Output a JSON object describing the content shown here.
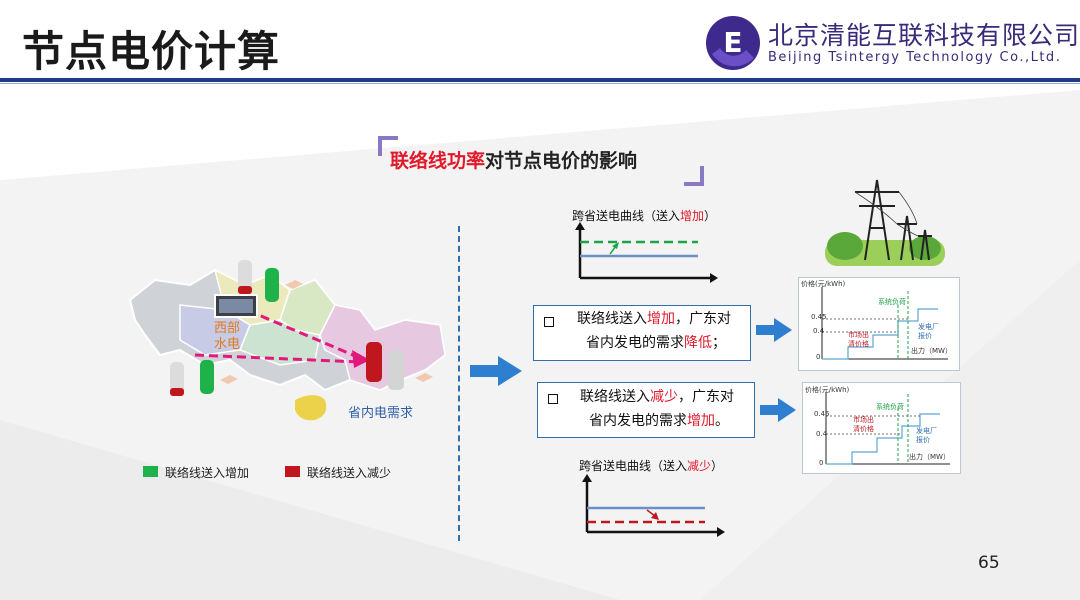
{
  "header": {
    "title": "节点电价计算",
    "company_cn": "北京清能互联科技有限公司",
    "company_en": "Beijing Tsintergy Technology Co.,Ltd.",
    "logo_letter": "E",
    "page_number": "65"
  },
  "subtitle": {
    "highlight": "联络线功率",
    "rest": "对节点电价的影响"
  },
  "map": {
    "hydro_label_line1": "西部",
    "hydro_label_line2": "水电",
    "province_label": "省内电需求"
  },
  "legend": [
    {
      "label": "联络线送入增加",
      "color": "#1fb24a"
    },
    {
      "label": "联络线送入减少",
      "color": "#c0171f"
    }
  ],
  "curve_top": {
    "label_prefix": "跨省送电曲线（送入",
    "label_hl": "增加",
    "label_suffix": "）"
  },
  "curve_bottom": {
    "label_prefix": "跨省送电曲线（送入",
    "label_hl": "减少",
    "label_suffix": "）"
  },
  "box_increase": {
    "line1_a": "联络线送入",
    "line1_hl": "增加",
    "line1_b": "，广东对",
    "line2_a": "省内发电的需求",
    "line2_hl": "降低",
    "line2_b": "；"
  },
  "box_decrease": {
    "line1_a": "联络线送入",
    "line1_hl": "减少",
    "line1_b": "，广东对",
    "line2_a": "省内发电的需求",
    "line2_hl": "增加",
    "line2_b": "。"
  },
  "mini_chart_1": {
    "ylabel": "价格(元/kWh)",
    "xlabel": "出力（MW）",
    "y1": "0.45",
    "y2": "0.4",
    "y0": "0",
    "load_label": "系统负荷",
    "market_label_1": "市场出",
    "market_label_2": "清价格",
    "plant_label_1": "发电厂",
    "plant_label_2": "报价"
  },
  "mini_chart_2": {
    "ylabel": "价格(元/kWh)",
    "xlabel": "出力（MW）",
    "y1": "0.45",
    "y2": "0.4",
    "y0": "0",
    "load_label": "系统负荷",
    "market_label_1": "市场出",
    "market_label_2": "清价格",
    "plant_label_1": "发电厂",
    "plant_label_2": "报价"
  },
  "colors": {
    "accent_red": "#e0192b",
    "border_blue": "#2f6fb0",
    "header_blue": "#1f3a8a"
  }
}
